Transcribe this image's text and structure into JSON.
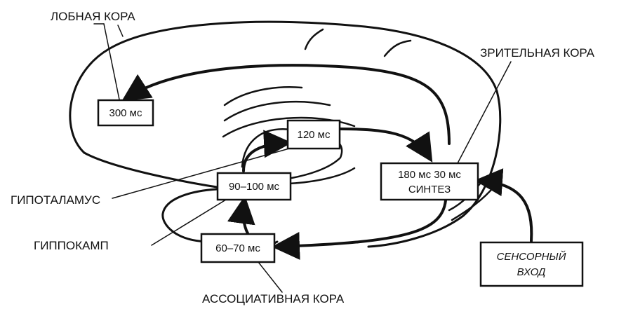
{
  "labels": {
    "frontal_cortex": "ЛОБНАЯ КОРА",
    "visual_cortex": "ЗРИТЕЛЬНАЯ КОРА",
    "hypothalamus": "ГИПОТАЛАМУС",
    "hippocampus": "ГИППОКАМП",
    "association_cortex": "АССОЦИАТИВНАЯ КОРА"
  },
  "boxes": {
    "frontal": "300 мс",
    "hypothalamus_top": "120 мс",
    "visual_line1": "180 мс  30 мс",
    "visual_line2": "СИНТЕЗ",
    "hippocampus": "90–100 мс",
    "association": "60–70 мс",
    "sensory_line1": "СЕНСОРНЫЙ",
    "sensory_line2": "ВХОД"
  },
  "colors": {
    "ink": "#111111",
    "background": "#ffffff"
  }
}
